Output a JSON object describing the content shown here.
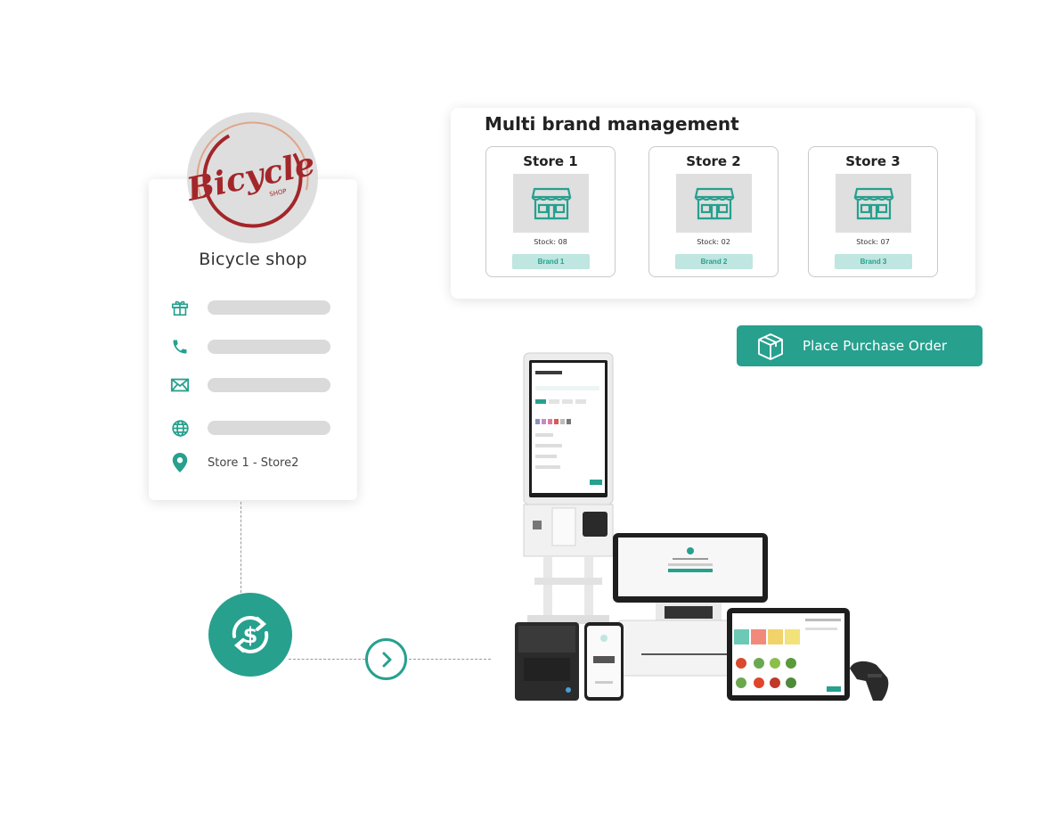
{
  "profile": {
    "logo_text": "Bicycle",
    "logo_subtext": "SHOP",
    "shop_name": "Bicycle shop",
    "rows": [
      {
        "icon": "gift-icon"
      },
      {
        "icon": "phone-icon"
      },
      {
        "icon": "mail-icon"
      },
      {
        "icon": "globe-icon"
      },
      {
        "icon": "location-pin-icon",
        "text": "Store 1 - Store2"
      }
    ]
  },
  "brand_panel": {
    "title": "Multi brand management",
    "stores": [
      {
        "name": "Store 1",
        "stock": "Stock: 08",
        "brand": "Brand 1"
      },
      {
        "name": "Store 2",
        "stock": "Stock: 02",
        "brand": "Brand 2"
      },
      {
        "name": "Store 3",
        "stock": "Stock: 07",
        "brand": "Brand 3"
      }
    ]
  },
  "purchase_order": {
    "label": "Place Purchase Order",
    "icon": "package-box-icon"
  },
  "colors": {
    "accent": "#27a08e",
    "brand_badge_bg": "#bfe6e0",
    "logo_red": "#a3262a",
    "logo_circle": "#dedede",
    "placeholder_bar": "#dadada"
  }
}
